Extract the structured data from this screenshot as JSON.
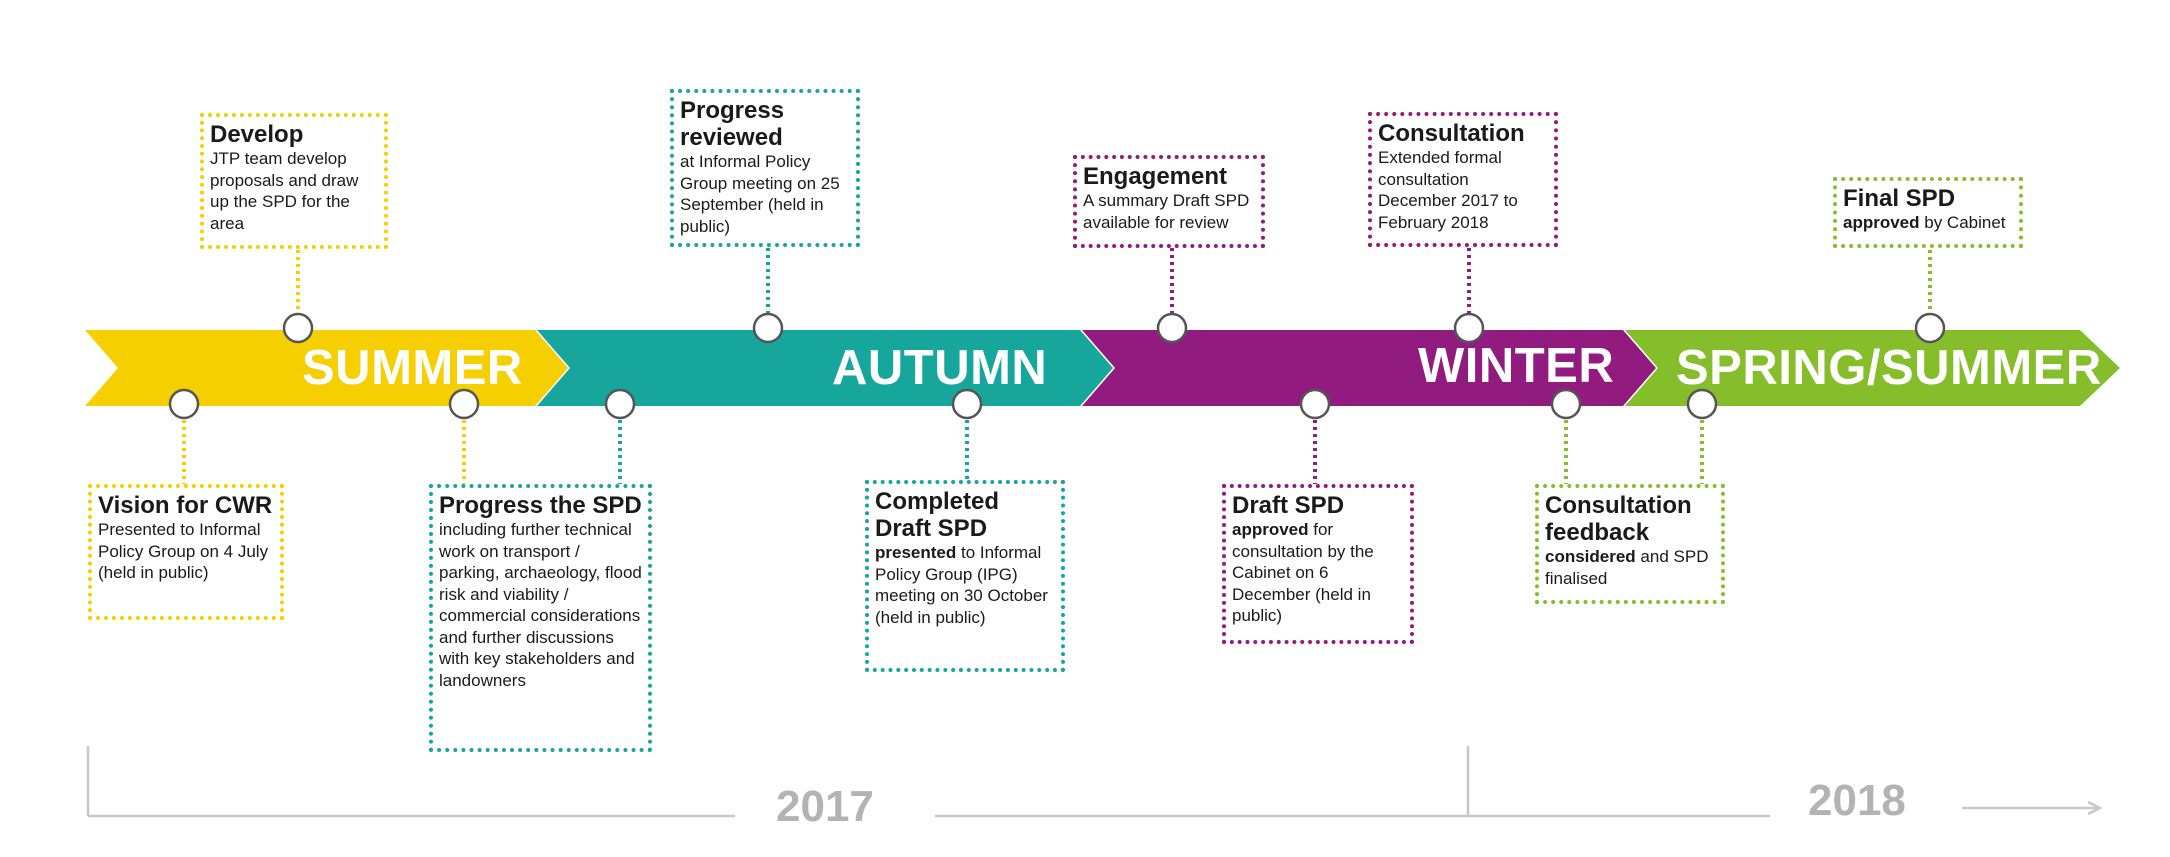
{
  "seasons": {
    "summer": "SUMMER",
    "autumn": "AUTUMN",
    "winter": "WINTER",
    "spring_summer": "SPRING/SUMMER"
  },
  "colors": {
    "summer": "#f5cf00",
    "autumn": "#17a69c",
    "winter": "#921b80",
    "spring_summer": "#86bd2b",
    "year_axis": "#c8c8c8"
  },
  "years": {
    "y2017": "2017",
    "y2018": "2018"
  },
  "events": {
    "develop": {
      "title": "Develop",
      "body": "JTP team develop proposals and draw up the SPD for the area"
    },
    "progress_reviewed": {
      "title": "Progress reviewed",
      "body": "at Informal Policy Group meeting on 25 September (held in public)"
    },
    "engagement": {
      "title": "Engagement",
      "body": "A summary Draft SPD available for review"
    },
    "consultation": {
      "title": "Consultation",
      "body": "Extended formal consultation December 2017 to February 2018"
    },
    "final_spd": {
      "title": "Final SPD",
      "body_bold": "approved",
      "body": " by Cabinet"
    },
    "vision": {
      "title": "Vision for CWR",
      "body": "Presented to Informal Policy Group on 4 July (held in public)"
    },
    "progress_spd": {
      "title": "Progress the SPD",
      "body": "including further technical work on transport / parking, archaeology, flood risk and viability / commercial considerations and further discussions with key stakeholders and landowners"
    },
    "completed_draft": {
      "title": "Completed Draft SPD",
      "body_bold": "presented",
      "body": " to Informal Policy Group (IPG) meeting on 30 October (held in public)"
    },
    "draft_spd": {
      "title": "Draft SPD",
      "body_bold": "approved",
      "body": " for consultation by the Cabinet on 6 December (held in public)"
    },
    "consultation_feedback": {
      "title": "Consultation feedback",
      "body_bold": "considered",
      "body": " and SPD finalised"
    }
  }
}
